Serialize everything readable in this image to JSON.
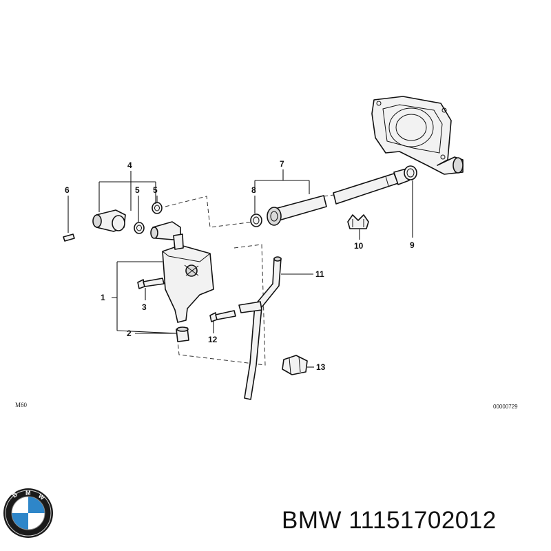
{
  "callouts": {
    "c1": "1",
    "c2": "2",
    "c3": "3",
    "c4": "4",
    "c5a": "5",
    "c5b": "5",
    "c6": "6",
    "c7": "7",
    "c8": "8",
    "c9": "9",
    "c10": "10",
    "c11": "11",
    "c12": "12",
    "c13": "13"
  },
  "engine_code": "M60",
  "diagram_number": "00000729",
  "caption": {
    "brand": "BMW",
    "part_number": "11151702012"
  },
  "logo": {
    "letters": "BMW",
    "colors": {
      "blue": "#2e86c9",
      "white": "#ffffff",
      "ring": "#111111"
    }
  }
}
